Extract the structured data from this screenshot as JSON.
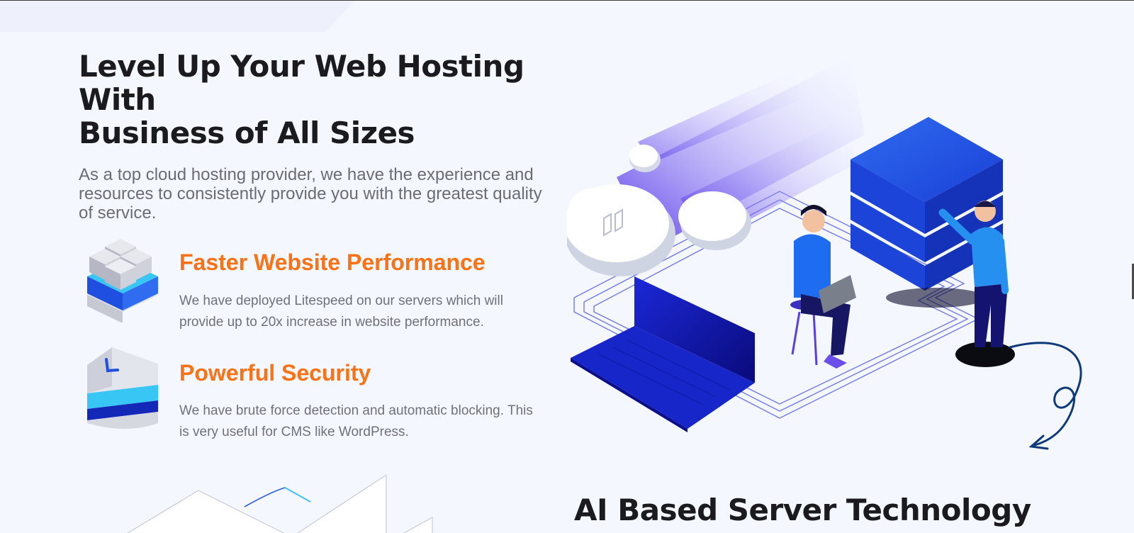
{
  "hero": {
    "title_lines": [
      "Level Up Your Web Hosting",
      "With",
      "Business of All Sizes"
    ],
    "subtitle": "As a top cloud hosting provider, we have the experience and resources to consistently provide you with the greatest quality of service."
  },
  "features": [
    {
      "title": "Faster Website Performance",
      "text": "We have deployed Litespeed on our servers which will provide up to 20x increase in website performance.",
      "icon": "server-blocks-icon"
    },
    {
      "title": "Powerful Security",
      "text": "We have brute force detection and automatic blocking. This is very useful for CMS like WordPress.",
      "icon": "shield-icon"
    }
  ],
  "next_section": {
    "title": "AI Based Server Technology"
  },
  "colors": {
    "accent": "#f97316",
    "heading": "#1b1b1f",
    "body_text": "#70707a",
    "background": "#f5f7ff",
    "illustration_blue": "#1e4fe0"
  }
}
